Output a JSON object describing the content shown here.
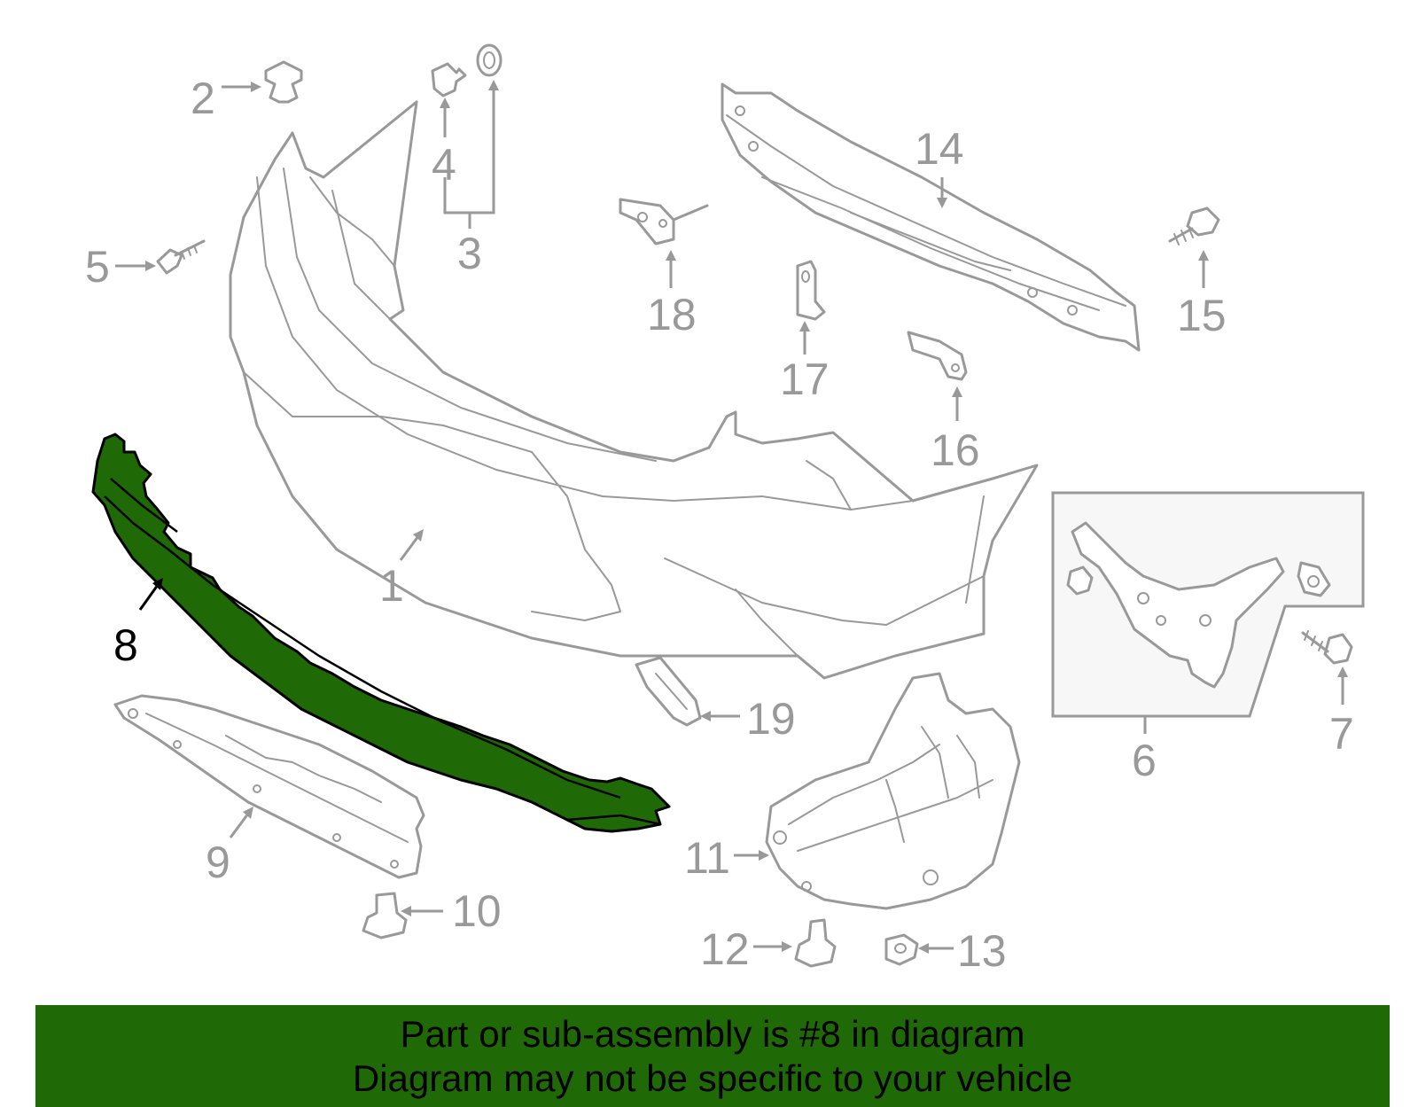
{
  "callouts": {
    "c1": "1",
    "c2": "2",
    "c3": "3",
    "c4": "4",
    "c5": "5",
    "c6": "6",
    "c7": "7",
    "c8": "8",
    "c9": "9",
    "c10": "10",
    "c11": "11",
    "c12": "12",
    "c13": "13",
    "c14": "14",
    "c15": "15",
    "c16": "16",
    "c17": "17",
    "c18": "18",
    "c19": "19"
  },
  "highlighted_part": "8",
  "colors": {
    "highlight": "#1f6a06",
    "line_art": "#999999",
    "banner_background": "#1f6a06"
  },
  "banner": {
    "line1": "Part or sub-assembly is #8 in diagram",
    "line2": "Diagram may not be specific to your vehicle"
  }
}
